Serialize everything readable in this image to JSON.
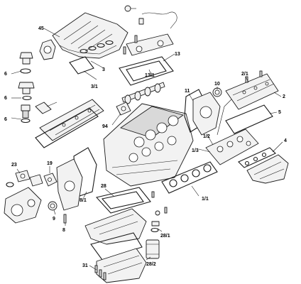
{
  "callouts": {
    "c45": "45",
    "c3": "3",
    "c3_1": "3/1",
    "c13": "13",
    "c13_1": "13/1",
    "c6a": "6",
    "c6b": "6",
    "c6c": "6",
    "c2_1": "2/1",
    "c2": "2",
    "c5": "5",
    "c10": "10",
    "c11": "11",
    "c94": "94",
    "c1_2": "1/2",
    "c1_3": "1/3",
    "c4": "4",
    "c1_1": "1/1",
    "c23": "23",
    "c19": "19",
    "c28": "28",
    "c8_1": "8/1",
    "c9": "9",
    "c8": "8",
    "c28_1": "28/1",
    "c28_2": "28/2",
    "c31": "31"
  },
  "colors": {
    "line": "#1a1a1a",
    "fill": "#f2f2f2",
    "background": "#ffffff"
  }
}
